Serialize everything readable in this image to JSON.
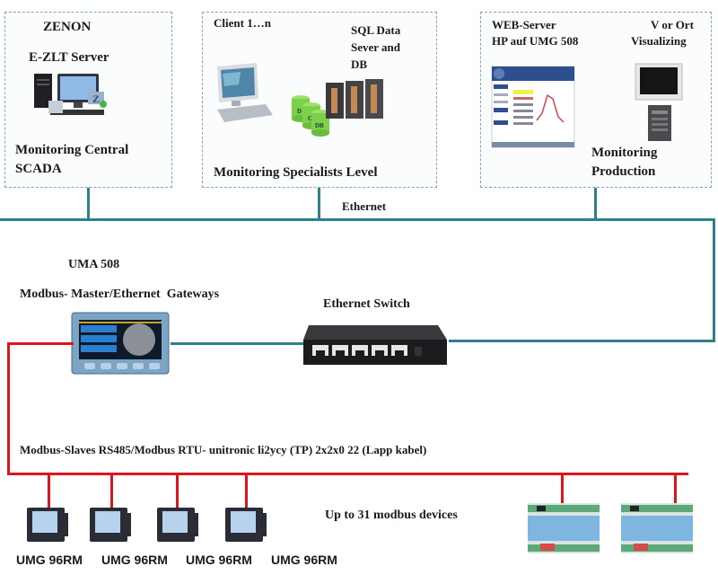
{
  "top_boxes": {
    "central": {
      "title": "ZENON",
      "subtitle": "E-ZLT Server",
      "caption_line1": "Monitoring Central",
      "caption_line2": "SCADA",
      "icon": "server-workstation-icon"
    },
    "specialists": {
      "client_label": "Client 1…n",
      "sql_line1": "SQL Data",
      "sql_line2": "Sever and",
      "sql_line3": "DB",
      "caption": "Monitoring Specialists Level",
      "db_labels": [
        "D",
        "C",
        "DB"
      ],
      "icons": [
        "client-pc-icon",
        "database-icon",
        "server-rack-icon"
      ]
    },
    "production": {
      "web_line1": "WEB-Server",
      "web_line2": "HP auf UMG 508",
      "vis_line1": "V or Ort",
      "vis_line2": "Visualizing",
      "caption_line1": "Monitoring",
      "caption_line2": "Production",
      "icons": [
        "web-page-screenshot-icon",
        "monitor-tower-icon"
      ]
    }
  },
  "network": {
    "ethernet_label": "Ethernet",
    "ethernet_color": "#2f7f8f",
    "modbus_color": "#e0141c"
  },
  "gateway": {
    "name": "UMA 508",
    "description": "Modbus- Master/Ethernet  Gateways",
    "icon": "gateway-device-icon"
  },
  "switch": {
    "label": "Ethernet Switch",
    "ports": 5,
    "icon": "ethernet-switch-icon"
  },
  "bus": {
    "label": "Modbus-Slaves RS485/Modbus RTU- unitronic li2ycy (TP) 2x2x0 22 (Lapp kabel)"
  },
  "slaves": {
    "meters": [
      {
        "label": "UMG 96RM"
      },
      {
        "label": "UMG 96RM"
      },
      {
        "label": "UMG 96RM"
      },
      {
        "label": "UMG 96RM"
      }
    ],
    "capacity_note": "Up to 31 modbus devices",
    "din_modules": 2
  }
}
